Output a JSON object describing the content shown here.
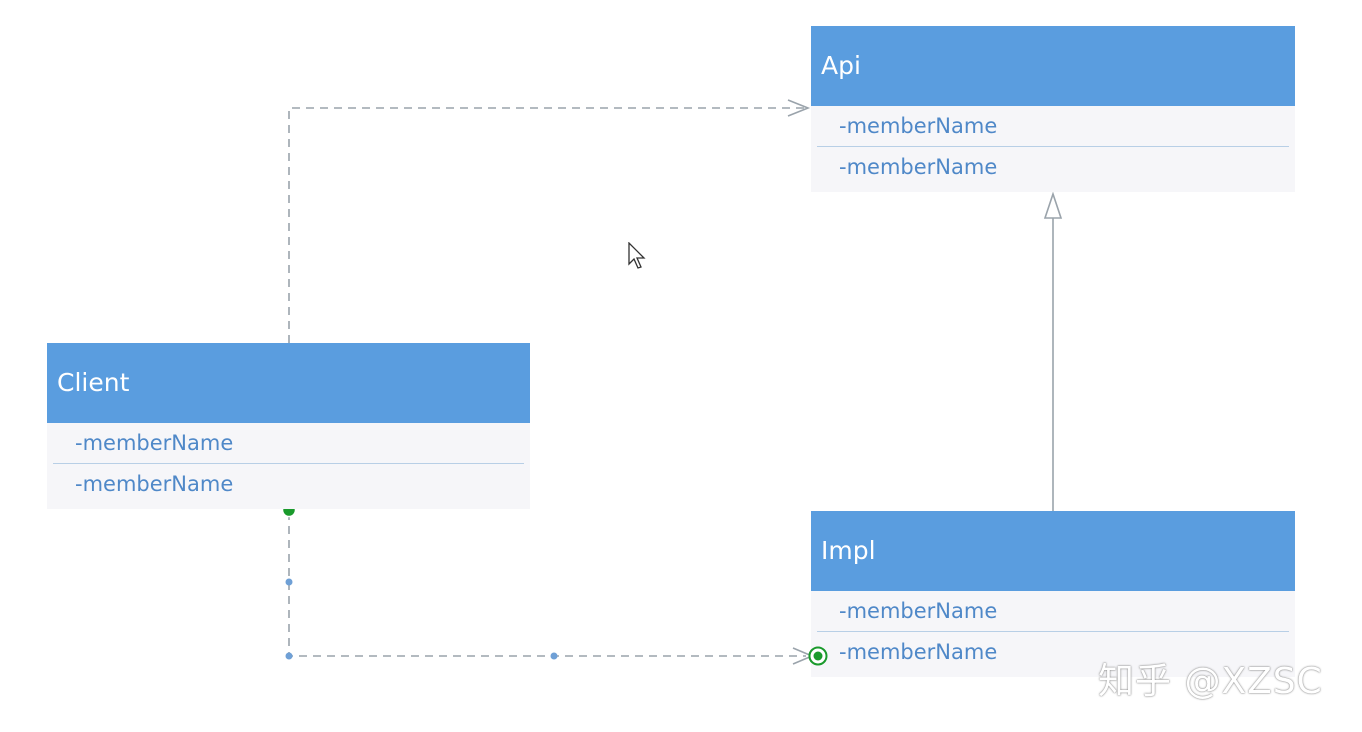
{
  "classes": {
    "client": {
      "name": "Client",
      "members": [
        "-memberName",
        "-memberName"
      ]
    },
    "api": {
      "name": "Api",
      "members": [
        "-memberName",
        "-memberName"
      ]
    },
    "impl": {
      "name": "Impl",
      "members": [
        "-memberName",
        "-memberName"
      ]
    }
  },
  "watermark": "知乎 @XZSC",
  "colors": {
    "header": "#5a9ddf",
    "member_text": "#4f88c8",
    "connector": "#9aa3ab",
    "handle_green": "#1a9a2c"
  }
}
